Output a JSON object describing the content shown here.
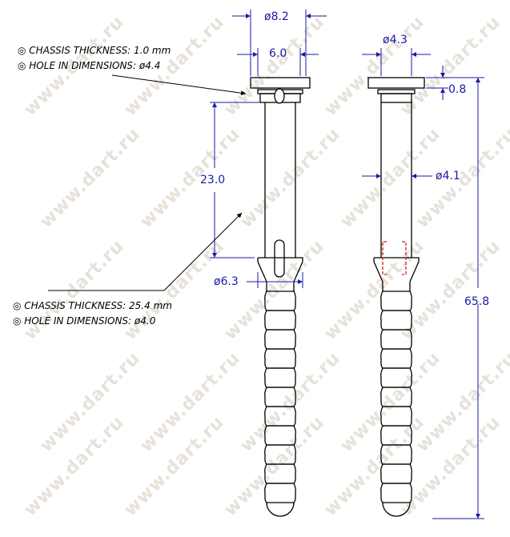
{
  "notes": {
    "top": [
      "◎ CHASSIS THICKNESS: 1.0 mm",
      "◎ HOLE IN DIMENSIONS: ø4.4"
    ],
    "bottom": [
      "◎ CHASSIS THICKNESS: 25.4 mm",
      "◎ HOLE IN DIMENSIONS: ø4.0"
    ]
  },
  "dimensions": {
    "head_diameter": "ø8.2",
    "collar_width": "6.0",
    "pin_diameter_top": "ø4.3",
    "head_thickness": "0.8",
    "shaft_diameter": "ø4.1",
    "shaft_length": "23.0",
    "cone_diameter": "ø6.3",
    "total_length": "65.8"
  },
  "watermark": "www.dart.ru",
  "colors": {
    "line": "#000000",
    "dimension": "#1a1aa8",
    "hidden": "#cc2222"
  }
}
